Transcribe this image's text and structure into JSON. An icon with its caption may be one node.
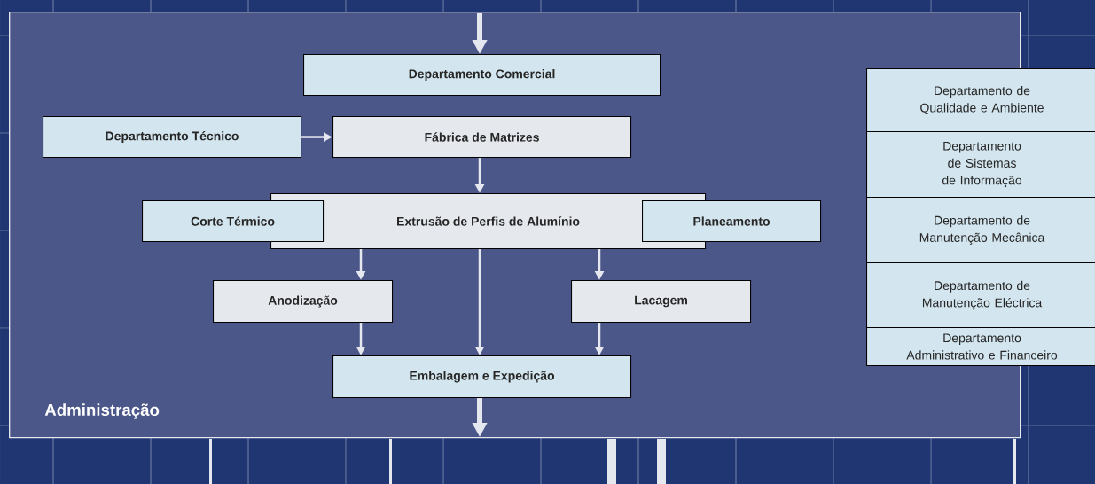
{
  "diagram": {
    "nodes": [
      {
        "text": [
          "Administração"
        ]
      },
      {
        "text": [
          "Departamento Comercial"
        ],
        "in": 0
      },
      {
        "text": [
          "Departamento Técnico"
        ],
        "in": 0
      },
      {
        "text": [
          "Fábrica de Matrizes"
        ],
        "in": 0
      },
      {
        "text": [
          "Corte Térmico"
        ],
        "in": 0
      },
      {
        "text": [
          "Extrusão de Perfis de Alumínio"
        ],
        "in": 0
      },
      {
        "text": [
          "Planeamento"
        ],
        "in": 0
      },
      {
        "text": [
          "Anodização"
        ],
        "in": 0
      },
      {
        "text": [
          "Lacagem"
        ],
        "in": 0
      },
      {
        "text": [
          "Embalagem e Expedição"
        ],
        "in": 0
      },
      {
        "text": [
          "Departamento de Qualidade e Ambiente"
        ]
      },
      {
        "text": [
          "Departamento de Sistemas de Informação"
        ]
      },
      {
        "text": [
          "Departamento de Manutenção Mecânica"
        ]
      },
      {
        "text": [
          "Departamento de Manutenção Eléctrica"
        ]
      },
      {
        "text": [
          "Departamento Administrativo e Financeiro"
        ]
      }
    ],
    "edges": [
      {
        "from": null,
        "to": 1,
        "arrow": "to",
        "style": "thick"
      },
      {
        "from": 2,
        "to": 3,
        "arrow": "to"
      },
      {
        "from": 3,
        "to": 5,
        "arrow": "to"
      },
      {
        "from": 5,
        "to": 7,
        "arrow": "to"
      },
      {
        "from": 5,
        "to": 9,
        "arrow": "to"
      },
      {
        "from": 5,
        "to": 8,
        "arrow": "to"
      },
      {
        "from": 7,
        "to": 9,
        "arrow": "to"
      },
      {
        "from": 8,
        "to": 9,
        "arrow": "to"
      },
      {
        "from": 9,
        "to": null,
        "arrow": "to",
        "style": "thick"
      }
    ]
  }
}
